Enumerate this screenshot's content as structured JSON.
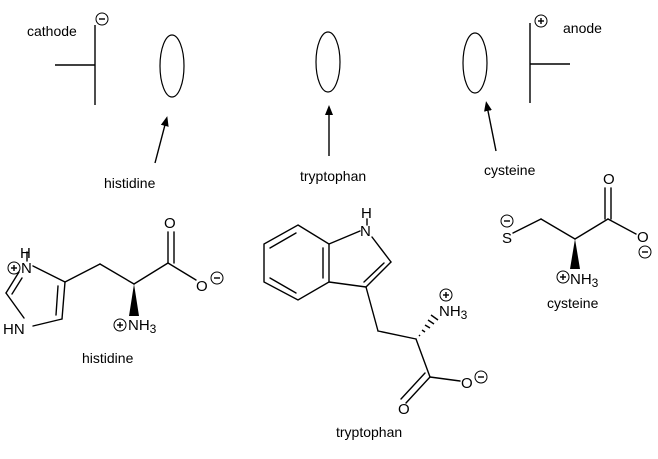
{
  "electrodes": {
    "cathode_label": "cathode",
    "cathode_sign": "⊖",
    "anode_label": "anode",
    "anode_sign": "⊕"
  },
  "spots": [
    {
      "label": "histidine",
      "pointer": "arrow"
    },
    {
      "label": "tryptophan",
      "pointer": "arrow"
    },
    {
      "label": "cysteine",
      "pointer": "arrow"
    }
  ],
  "structures": {
    "histidine": {
      "name": "histidine",
      "atoms": {
        "ring_h": "H",
        "ring_n_top": "N",
        "ring_n_bottom": "N",
        "ring_hn": "HN",
        "amine": "NH3",
        "amine_sub": "3",
        "carbonyl_o": "O",
        "carboxylate_o": "O"
      }
    },
    "tryptophan": {
      "name": "tryptophan",
      "atoms": {
        "indole_h": "H",
        "indole_n": "N",
        "amine": "NH3",
        "amine_sub": "3",
        "carbonyl_o": "O",
        "carboxylate_o": "O"
      }
    },
    "cysteine": {
      "name": "cysteine",
      "atoms": {
        "thiolate_s": "S",
        "amine": "NH3",
        "amine_sub": "3",
        "carbonyl_o": "O",
        "carboxylate_o": "O"
      }
    }
  }
}
